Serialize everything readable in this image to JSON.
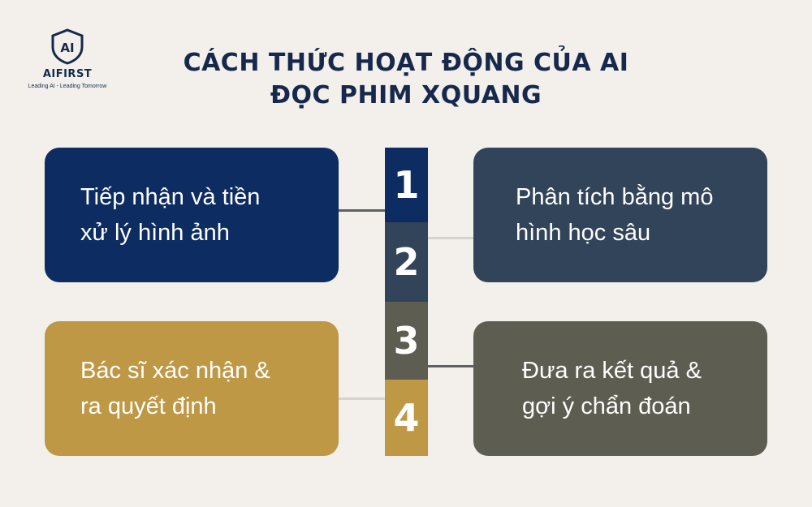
{
  "logo": {
    "badge_text": "AI",
    "name": "AIFIRST",
    "tagline": "Leading AI - Leading Tomorrow"
  },
  "title": {
    "line1": "CÁCH THỨC HOẠT ĐỘNG CỦA AI",
    "line2": "ĐỌC PHIM XQUANG"
  },
  "steps": [
    {
      "number": "1",
      "lines": [
        "Tiếp nhận và tiền",
        "xử lý hình ảnh"
      ],
      "color": "#0d2c62"
    },
    {
      "number": "2",
      "lines": [
        "Phân tích bằng mô",
        "hình học sâu"
      ],
      "color": "#324459"
    },
    {
      "number": "3",
      "lines": [
        "Đưa ra kết quả &",
        "gợi ý chẩn đoán"
      ],
      "color": "#5d5e51"
    },
    {
      "number": "4",
      "lines": [
        "Bác sĩ xác nhận &",
        "ra quyết định"
      ],
      "color": "#be9845"
    }
  ],
  "colors": {
    "background": "#f3f0eb",
    "title": "#16294d"
  }
}
